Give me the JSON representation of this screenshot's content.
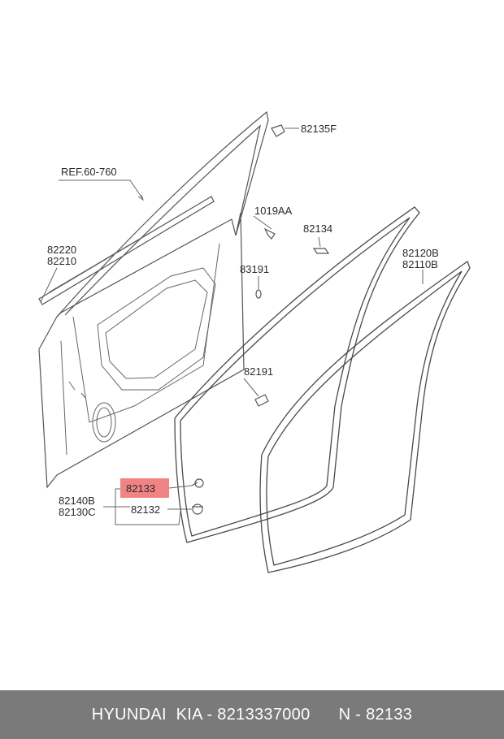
{
  "callouts": {
    "c82135F": "82135F",
    "ref": "REF.60-760",
    "c1019AA": "1019AA",
    "c82134": "82134",
    "c82220": "82220",
    "c82210": "82210",
    "c83191": "83191",
    "c82120B": "82120B",
    "c82110B": "82110B",
    "c82191": "82191",
    "c82133": "82133",
    "c82140B": "82140B",
    "c82130C": "82130C",
    "c82132": "82132"
  },
  "highlight_color": "#f08484",
  "footer": {
    "brand": "HYUNDAI  KIA - 8213337000",
    "part": "N - 82133"
  }
}
